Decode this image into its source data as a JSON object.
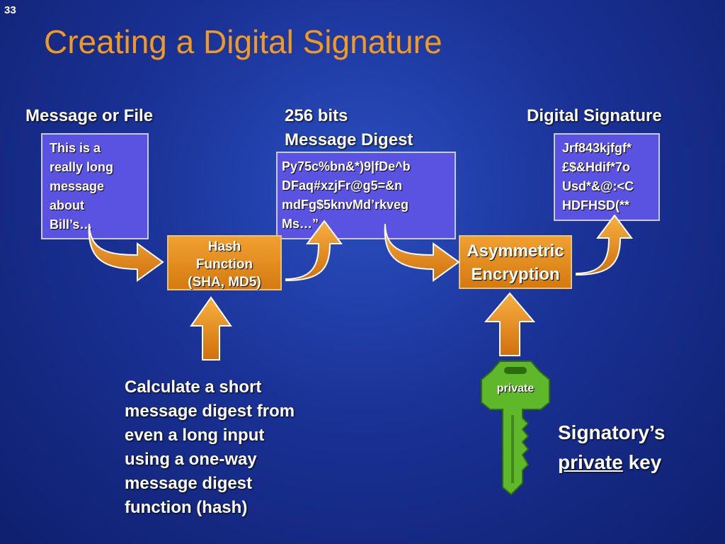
{
  "slide_number": "33",
  "title": "Creating a Digital Signature",
  "labels": {
    "message_or_file": "Message or File",
    "digest_line1": "256 bits",
    "digest_line2": "Message Digest",
    "digital_signature": "Digital Signature"
  },
  "message_box": [
    "This is a",
    "really long",
    "message",
    "about",
    "Bill’s…"
  ],
  "digest_box": [
    "Py75c%bn&*)9|fDe^b",
    "DFaq#xzjFr@g5=&n",
    "mdFg$5knvMd’rkveg",
    "Ms…”"
  ],
  "signature_box": [
    "Jrf843kjfgf*",
    "£$&Hdif*7o",
    "Usd*&@:<C",
    "HDFHSD(**"
  ],
  "hash_box": [
    "Hash",
    "Function",
    "(SHA, MD5)"
  ],
  "encryption_box": [
    "Asymmetric",
    "Encryption"
  ],
  "key_label": "private",
  "note": [
    "Calculate a short",
    "message digest from",
    "even a long input",
    "using a one-way",
    "message digest",
    "function (hash)"
  ],
  "signatory": {
    "line1": "Signatory’s",
    "underlined": "private",
    "rest": " key"
  },
  "colors": {
    "title": "#f29a1e",
    "box_purple": "#5a52e0",
    "arrow_orange": "#f29a1e",
    "key_green": "#5fb82a"
  }
}
